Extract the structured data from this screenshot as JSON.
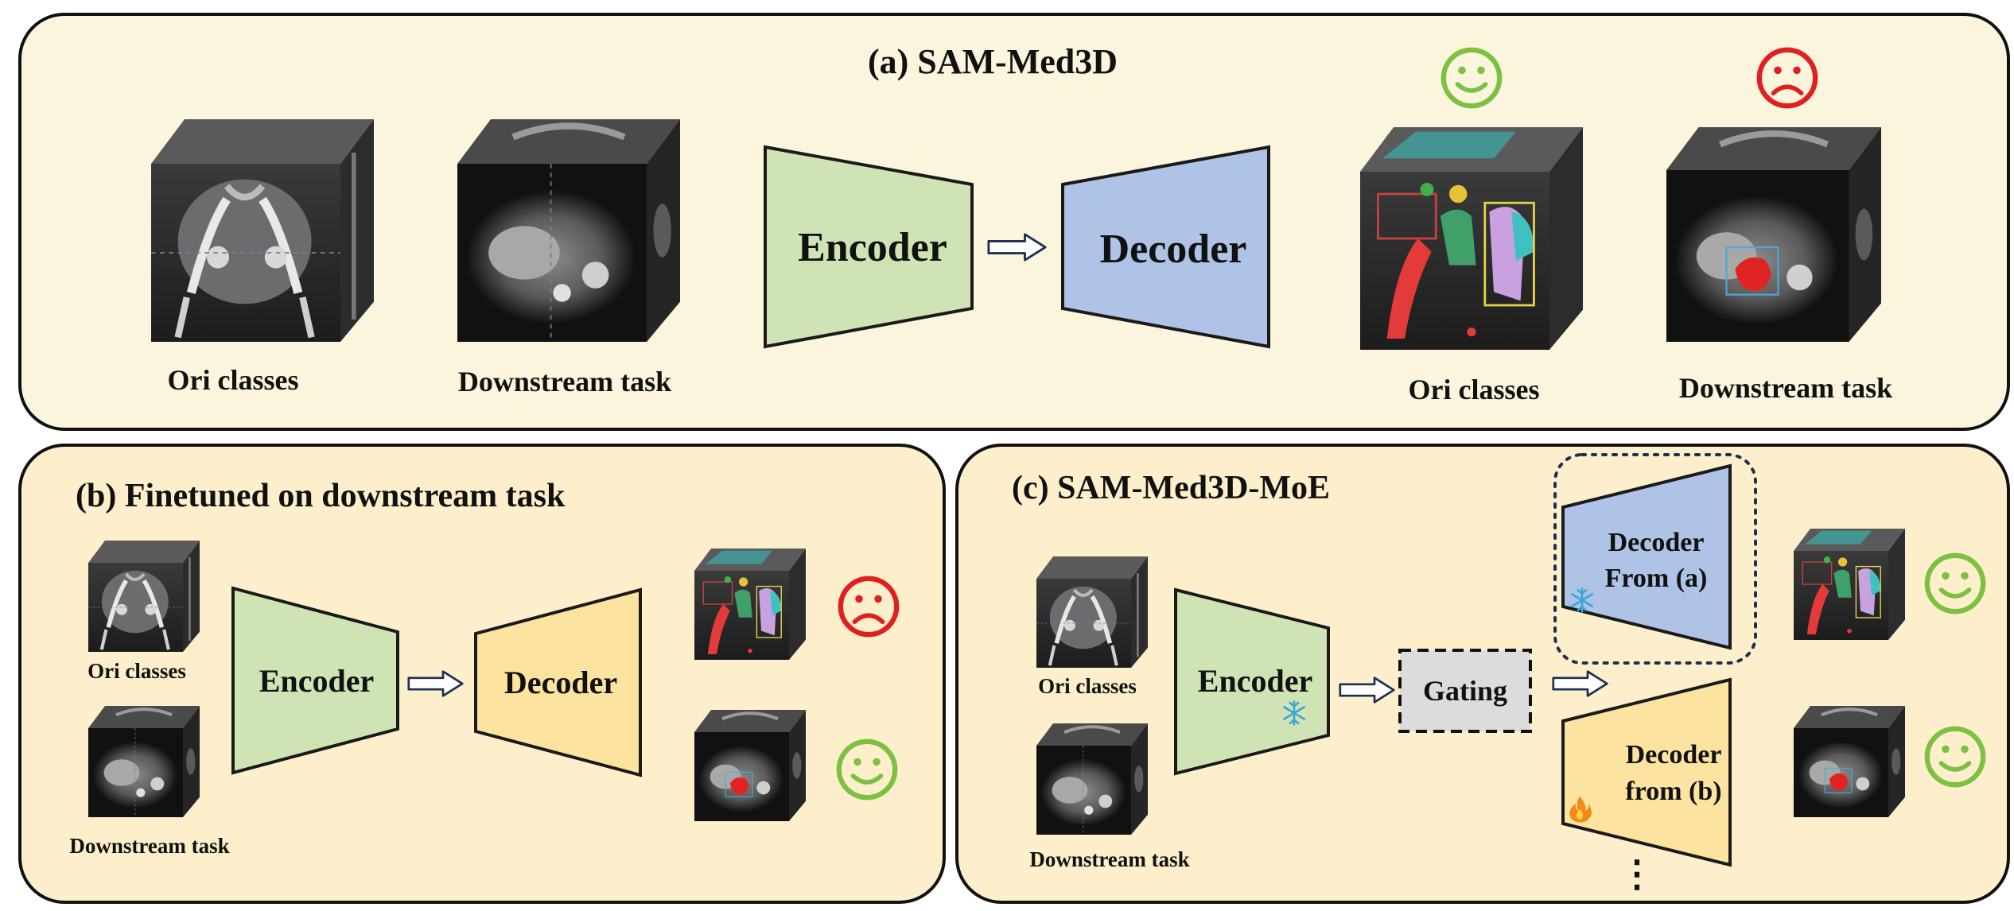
{
  "colors": {
    "panel_fill": "#fcf5de",
    "panel_fill_b": "#fdefcc",
    "panel_stroke": "#111111",
    "encoder_fill": "#cfe3b5",
    "decoder_a_fill": "#aec3e6",
    "decoder_b_fill": "#fde3a0",
    "gating_fill": "#dcdcdc",
    "happy_face": "#7dc142",
    "sad_face": "#e02020"
  },
  "panel_a": {
    "title": "(a) SAM-Med3D",
    "encoder_label": "Encoder",
    "decoder_label": "Decoder",
    "input_labels": [
      "Ori classes",
      "Downstream task"
    ],
    "output_labels": [
      "Ori classes",
      "Downstream task"
    ],
    "output_faces": [
      "happy-face-icon",
      "sad-face-icon"
    ]
  },
  "panel_b": {
    "title": "(b) Finetuned on downstream task",
    "encoder_label": "Encoder",
    "decoder_label": "Decoder",
    "input_labels": [
      "Ori classes",
      "Downstream task"
    ],
    "output_faces": [
      "sad-face-icon",
      "happy-face-icon"
    ]
  },
  "panel_c": {
    "title": "(c) SAM-Med3D-MoE",
    "encoder_label": "Encoder",
    "gating_label": "Gating",
    "decoder_a_label": [
      "Decoder",
      "From (a)"
    ],
    "decoder_b_label": [
      "Decoder",
      "from (b)"
    ],
    "input_labels": [
      "Ori classes",
      "Downstream task"
    ],
    "output_faces": [
      "happy-face-icon",
      "happy-face-icon"
    ],
    "frozen_icon": "snowflake-icon",
    "trainable_icon": "fire-icon",
    "ellipsis": "⋮"
  }
}
